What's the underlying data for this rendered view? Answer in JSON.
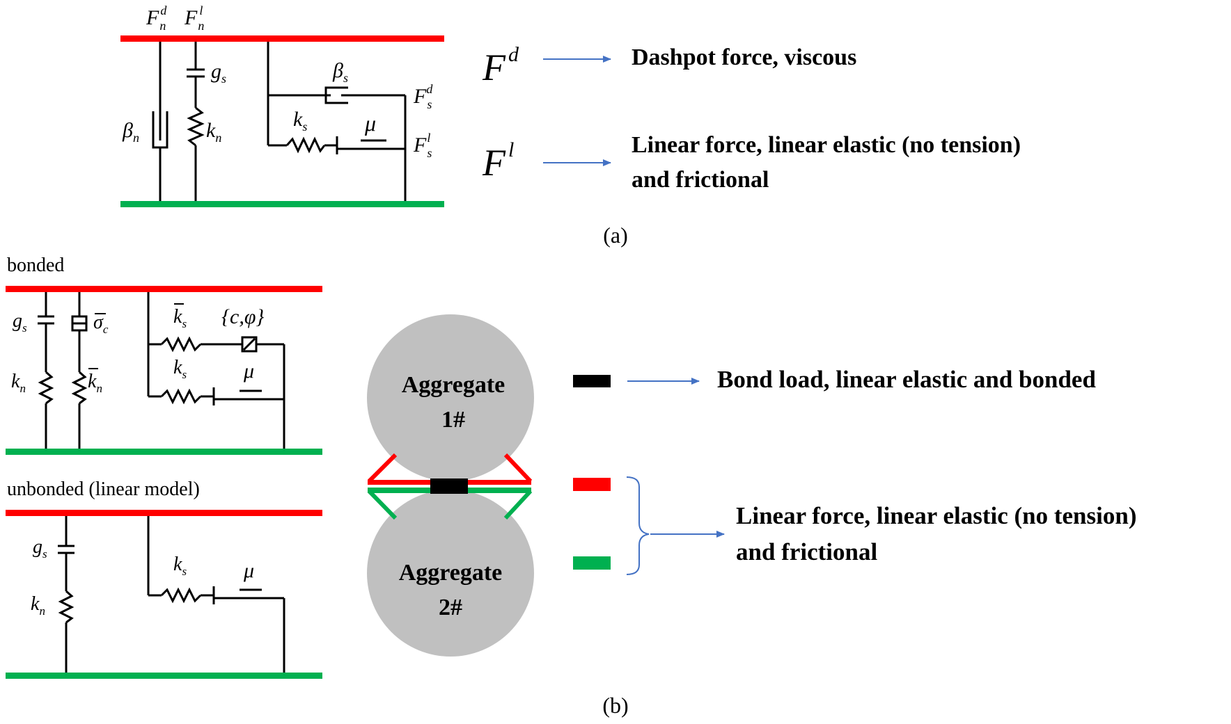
{
  "colors": {
    "top_plate": "#ff0000",
    "bottom_plate": "#00b050",
    "line": "#000000",
    "arrow": "#4472c4",
    "aggregate_fill": "#c0c0c0",
    "bond": "#000000"
  },
  "panel_a": {
    "labels": {
      "Fnd_main": "F",
      "Fnd_sub": "n",
      "Fnd_sup": "d",
      "Fnl_main": "F",
      "Fnl_sub": "n",
      "Fnl_sup": "l",
      "gs_main": "g",
      "gs_sub": "s",
      "beta_n_main": "β",
      "beta_n_sub": "n",
      "kn_main": "k",
      "kn_sub": "n",
      "beta_s_main": "β",
      "beta_s_sub": "s",
      "ks_main": "k",
      "ks_sub": "s",
      "mu": "μ",
      "Fsd_main": "F",
      "Fsd_sub": "s",
      "Fsd_sup": "d",
      "Fsl_main": "F",
      "Fsl_sub": "s",
      "Fsl_sup": "l"
    },
    "legend": {
      "Fd_main": "F",
      "Fd_sup": "d",
      "Fd_text": "Dashpot force, viscous",
      "Fl_main": "F",
      "Fl_sup": "l",
      "Fl_text_1": "Linear force, linear elastic (no tension)",
      "Fl_text_2": "and frictional"
    },
    "caption": "(a)"
  },
  "panel_b": {
    "bonded_label": "bonded",
    "unbonded_label": "unbonded (linear model)",
    "bonded_labels": {
      "gs_main": "g",
      "gs_sub": "s",
      "sigma_main": "σ",
      "sigma_sub": "c",
      "kn_main": "k",
      "kn_sub": "n",
      "knbar_main": "k",
      "knbar_sub": "n",
      "ksbar_main": "k",
      "ksbar_sub": "s",
      "ks_main": "k",
      "ks_sub": "s",
      "cphi": "{c,φ}",
      "mu": "μ"
    },
    "unbonded_labels": {
      "gs_main": "g",
      "gs_sub": "s",
      "kn_main": "k",
      "kn_sub": "n",
      "ks_main": "k",
      "ks_sub": "s",
      "mu": "μ"
    },
    "aggregate1_line1": "Aggregate",
    "aggregate1_line2": "1#",
    "aggregate2_line1": "Aggregate",
    "aggregate2_line2": "2#",
    "legend": {
      "bond_text": "Bond load, linear elastic and bonded",
      "linear_text_1": "Linear force, linear elastic (no tension)",
      "linear_text_2": "and frictional"
    },
    "caption": "(b)"
  }
}
